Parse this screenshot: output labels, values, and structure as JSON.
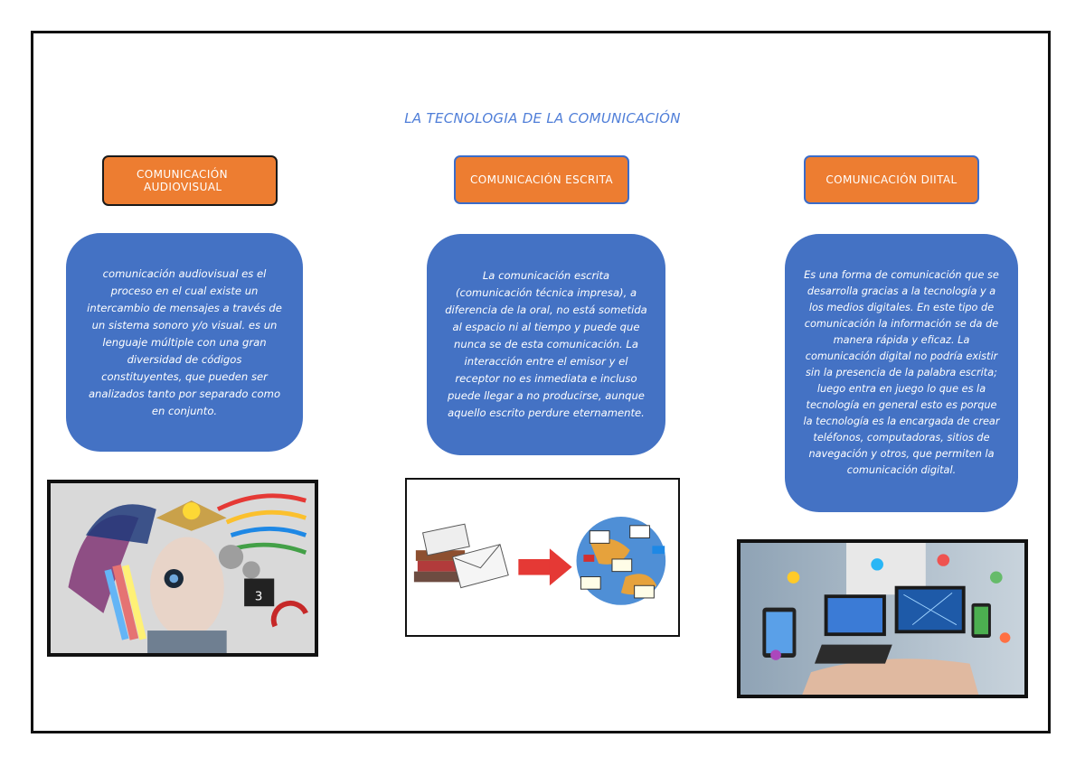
{
  "title": "LA TECNOLOGIA DE LA COMUNICACIÓN",
  "columns": [
    {
      "header_line1": "COMUNICACIÓN",
      "header_line2": "AUDIOVISUAL",
      "text": "comunicación audiovisual es el proceso en el cual existe un intercambio de mensajes a través de un sistema sonoro y/o visual. es un lenguaje múltiple con una gran diversidad de códigos constituyentes, que pueden ser analizados tanto por separado como en conjunto."
    },
    {
      "header": "COMUNICACIÓN ESCRITA",
      "text": "La comunicación escrita (comunicación técnica impresa), a diferencia de la oral, no está sometida al espacio ni al tiempo y puede que nunca se de esta comunicación. La interacción entre el emisor y el receptor no es inmediata e incluso puede llegar a no producirse, aunque aquello escrito perdure eternamente."
    },
    {
      "header": "COMUNICACIÓN DIITAL",
      "text": "Es una forma de comunicación que se desarrolla gracias a la tecnología y a los medios digitales. En este tipo de comunicación la información se da de manera rápida y eficaz. La comunicación digital no podría existir sin la presencia de la palabra escrita; luego entra en juego lo que es la tecnología en general esto es porque la tecnología es la encargada de crear teléfonos, computadoras, sitios de navegación y otros, que permiten la comunicación digital."
    }
  ],
  "colors": {
    "title": "#4f7ed8",
    "header_fill": "#ed7d31",
    "bubble_fill": "#4472c4",
    "frame": "#111111"
  }
}
